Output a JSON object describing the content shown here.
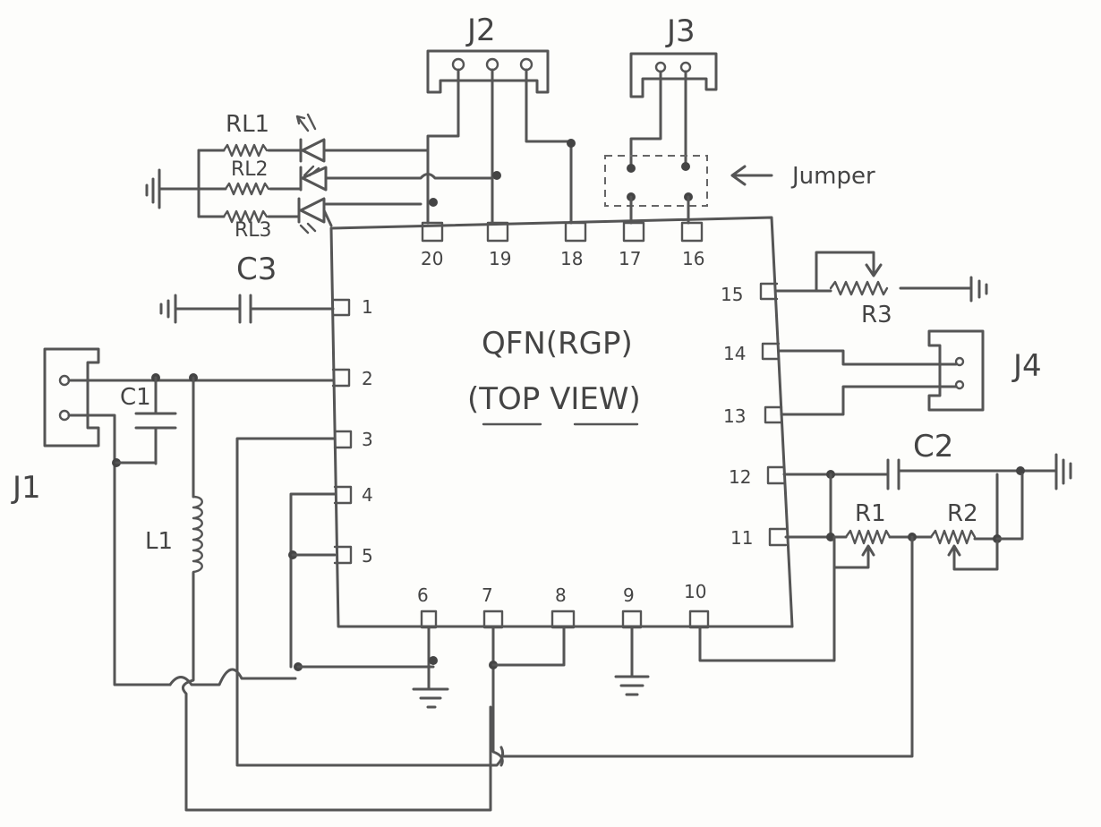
{
  "chip": {
    "line1": "QFN(RGP)",
    "line2": "(TOP VIEW)"
  },
  "connectors": {
    "j1": "J1",
    "j2": "J2",
    "j3": "J3",
    "j4": "J4"
  },
  "components": {
    "r4": "RL1",
    "rl2": "RL2",
    "rl3": "RL3",
    "c1": "C1",
    "c2": "C2",
    "c3": "C3",
    "l1": "L1",
    "r1": "R1",
    "r2": "R2",
    "r3": "R3"
  },
  "jumper_label": "Jumper",
  "pins": {
    "top": [
      "20",
      "19",
      "18",
      "17",
      "16"
    ],
    "left": [
      "1",
      "2",
      "3",
      "4",
      "5"
    ],
    "bottom": [
      "6",
      "7",
      "8",
      "9",
      "10"
    ],
    "right": [
      "15",
      "14",
      "13",
      "12",
      "11"
    ]
  }
}
